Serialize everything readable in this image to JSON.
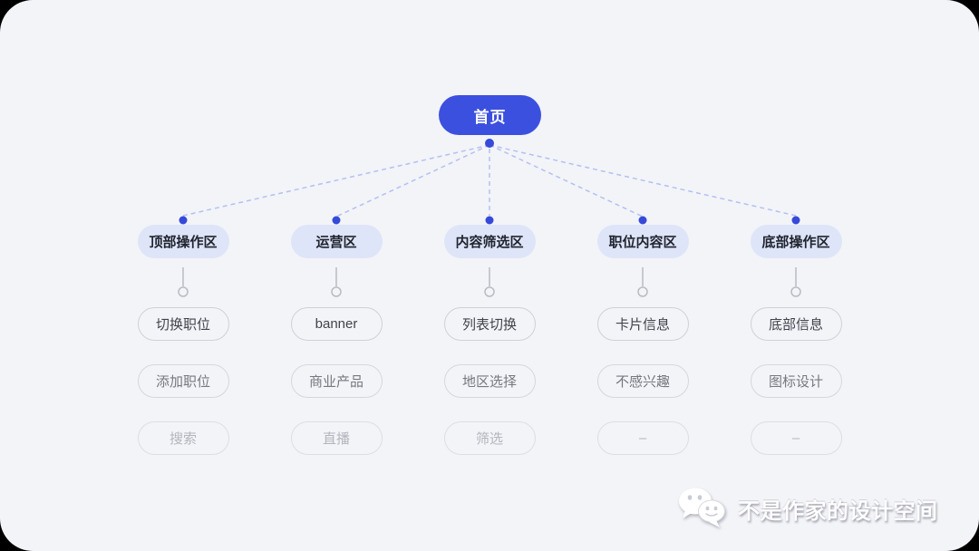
{
  "diagram": {
    "type": "tree",
    "root": {
      "label": "首页"
    },
    "branches": [
      {
        "label": "顶部操作区",
        "children": [
          "切换职位",
          "添加职位",
          "搜索"
        ]
      },
      {
        "label": "运营区",
        "children": [
          "banner",
          "商业产品",
          "直播"
        ]
      },
      {
        "label": "内容筛选区",
        "children": [
          "列表切换",
          "地区选择",
          "筛选"
        ]
      },
      {
        "label": "职位内容区",
        "children": [
          "卡片信息",
          "不感兴趣",
          "–"
        ]
      },
      {
        "label": "底部操作区",
        "children": [
          "底部信息",
          "图标设计",
          "–"
        ]
      }
    ]
  },
  "watermark": {
    "text": "不是作家的设计空间",
    "icon": "wechat-icon"
  },
  "colors": {
    "page_background": "#000000",
    "canvas_background": "#f3f4f8",
    "root_pill": "#3c50e0",
    "root_text": "#ffffff",
    "branch_pill": "#dfe5f8",
    "branch_text": "#20242f",
    "dot": "#3549da",
    "dashed_line": "#b3c0f1",
    "stem": "#b9bbc2",
    "leaf_border": "#cfd1d7",
    "leaf_text_row1": "#40434c",
    "leaf_text_row2": "#75787f",
    "leaf_text_row3": "#b3b5bc",
    "watermark_text": "#fdfdfd"
  }
}
